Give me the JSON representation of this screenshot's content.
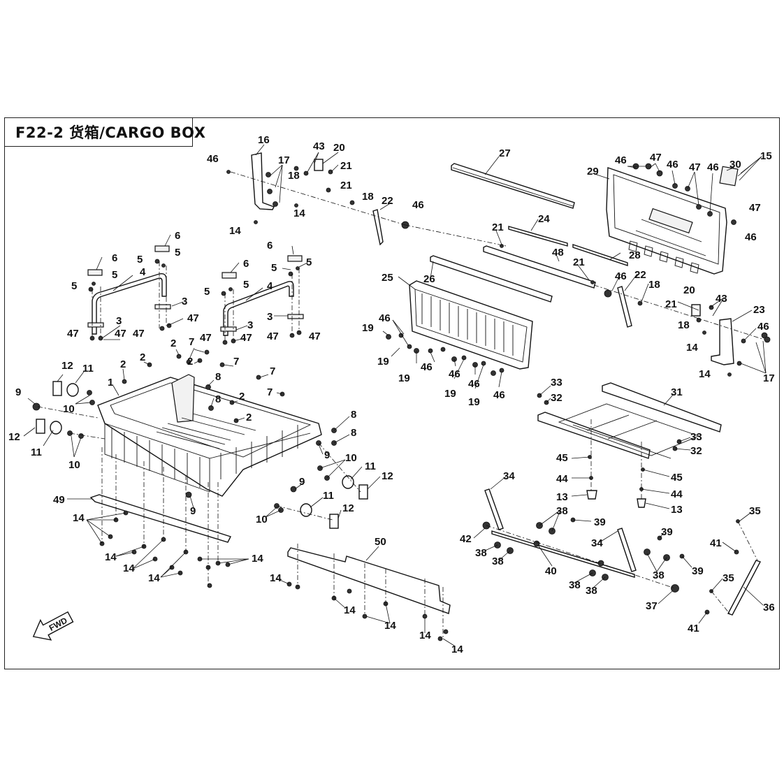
{
  "title": "F22-2 货箱/CARGO BOX",
  "fwd_label": "FWD",
  "callouts": {
    "n1": "1",
    "n2": "2",
    "n3": "3",
    "n4": "4",
    "n5": "5",
    "n6": "6",
    "n7": "7",
    "n8": "8",
    "n9": "9",
    "n10": "10",
    "n11": "11",
    "n12": "12",
    "n13": "13",
    "n14": "14",
    "n15": "15",
    "n16": "16",
    "n17": "17",
    "n18": "18",
    "n19": "19",
    "n20": "20",
    "n21": "21",
    "n22": "22",
    "n23": "23",
    "n24": "24",
    "n25": "25",
    "n26": "26",
    "n27": "27",
    "n28": "28",
    "n29": "29",
    "n30": "30",
    "n31": "31",
    "n32": "32",
    "n33": "33",
    "n34": "34",
    "n35": "35",
    "n36": "36",
    "n37": "37",
    "n38": "38",
    "n39": "39",
    "n40": "40",
    "n41": "41",
    "n42": "42",
    "n43": "43",
    "n44": "44",
    "n45": "45",
    "n46": "46",
    "n47": "47",
    "n48": "48",
    "n49": "49",
    "n50": "50"
  }
}
